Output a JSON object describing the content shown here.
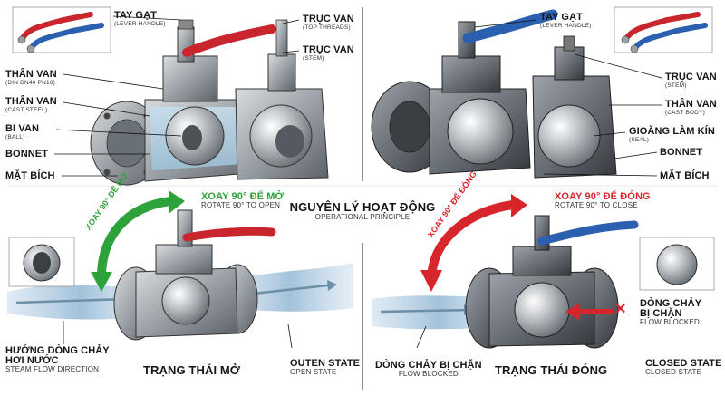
{
  "colors": {
    "red_handle": "#c8262c",
    "blue_handle": "#2b5fb0",
    "green_arrow": "#2ea23a",
    "red_arrow": "#d7262b",
    "flow_blue": "#a9c6dc",
    "steel": "#8e949b",
    "dark_steel": "#55595f"
  },
  "top_left": {
    "tay_gat": "TAY GẠT",
    "tay_gat_sub": "(LEVER HANDLE)",
    "truc_van_top": "TRỤC VAN",
    "truc_van_top_sub": "(TOP THREADS)",
    "truc_van_stem": "TRỤC VAN",
    "truc_van_stem_sub": "(STEM)",
    "than_van_1": "THÂN VAN",
    "than_van_1_sub": "(DIN DN40 PN16)",
    "than_van_2": "THÂN VAN",
    "than_van_2_sub": "(CAST STEEL)",
    "bi_van": "BI VAN",
    "bi_van_sub": "(BALL)",
    "bonnet": "BONNET",
    "mat_bich": "MẶT BÍCH"
  },
  "top_right": {
    "tay_gat": "TAY GẠT",
    "tay_gat_sub": "(LEVER HANDLE)",
    "truc_van": "TRỤC VAN",
    "truc_van_sub": "(STEM)",
    "than_van": "THÂN VAN",
    "than_van_sub": "(CAST BODY)",
    "gioang": "GIOĂNG LÀM KÍN",
    "gioang_sub": "(SEAL)",
    "bonnet": "BONNET",
    "mat_bich": "MẶT BÍCH"
  },
  "center": {
    "title": "NGUYÊN LÝ HOẠT ĐỘNG",
    "subtitle": "OPERATIONAL PRINCIPLE"
  },
  "bottom_left": {
    "rotate_arc": "XOAY 90° ĐỂ MỞ",
    "rotate_vn": "XOAY 90° ĐỂ MỞ",
    "rotate_en": "ROTATE 90° TO OPEN",
    "flow_vn_1": "HƯỚNG DÒNG CHẢY",
    "flow_vn_2": "HƠI NƯỚC",
    "flow_en": "STEAM FLOW DIRECTION",
    "state_vn": "TRẠNG THÁI MỞ",
    "state_en_1": "OUTEN STATE",
    "state_en_2": "OPEN STATE"
  },
  "bottom_right": {
    "rotate_arc": "XOAY 90° ĐỂ ĐÓNG",
    "rotate_vn": "XOAY 90° ĐỂ ĐÓNG",
    "rotate_en": "ROTATE 90° TO CLOSE",
    "blocked_vn_1": "DÒNG CHẢY",
    "blocked_vn_2": "BỊ CHẶN",
    "blocked_en": "FLOW BLOCKED",
    "flow_vn": "DÒNG CHẢY BỊ CHẶN",
    "flow_en": "FLOW BLOCKED",
    "state_vn": "TRẠNG THÁI ĐÓNG",
    "state_en_1": "CLOSED STATE",
    "state_en_2": "CLOSED STATE",
    "x_mark": "✕"
  }
}
